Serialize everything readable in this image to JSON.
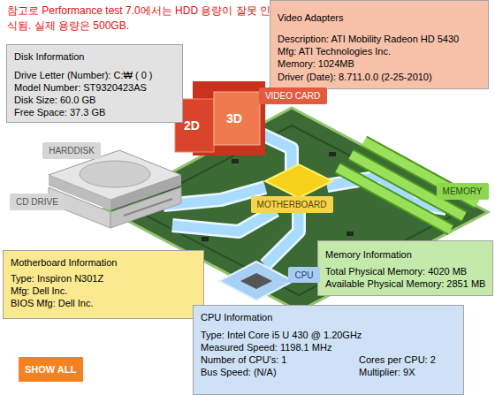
{
  "diagram": {
    "nodes": [
      {
        "text": [
          "Disk Information",
          "Drive Letter (Number): C:₩ ( 0 )",
          "Model Number: ST9320423AS",
          "Disk Size: 60.0 GB",
          "Free Space: 37.3 GB"
        ]
      },
      {
        "text": [
          "Video Adapters",
          "Description: ATI Mobility Radeon HD 5430",
          "Mfg: ATI Technologies Inc.",
          "Memory: 1024MB",
          "Driver (Date): 8.711.0.0 (2-25-2010)"
        ]
      },
      {
        "text": [
          "VIDEO CARD"
        ]
      },
      {
        "text": [
          "HARDDISK"
        ]
      },
      {
        "text": [
          "CD DRIVE"
        ]
      },
      {
        "text": [
          "MOTHERBOARD"
        ]
      },
      {
        "text": [
          "MEMORY"
        ]
      },
      {
        "text": [
          "Memory Information",
          "Total Physical Memory: 4020 MB",
          "Available Physical Memory: 2851 MB"
        ]
      },
      {
        "text": [
          "Motherboard Information",
          "Type: Inspiron N301Z",
          "Mfg: Dell Inc.",
          "BIOS Mfg: Dell Inc."
        ]
      },
      {
        "text": [
          "CPU"
        ]
      },
      {
        "text": [
          "CPU Information",
          "Type: Intel Core i5 U 430 @ 1.20GHz",
          "Measured Speed: 1198.1 MHz",
          "Number of CPU's: 1",
          "Cores per CPU: 2",
          "Bus Speed: (N/A)",
          "Multiplier: 9X"
        ]
      },
      {
        "text": [
          "SHOW ALL"
        ]
      }
    ],
    "labels": [
      "참고로 Performance test 7.0에서는 HDD 용량이 잘못 인식됨. 실제 용량은 500GB.",
      "2D",
      "3D"
    ]
  }
}
